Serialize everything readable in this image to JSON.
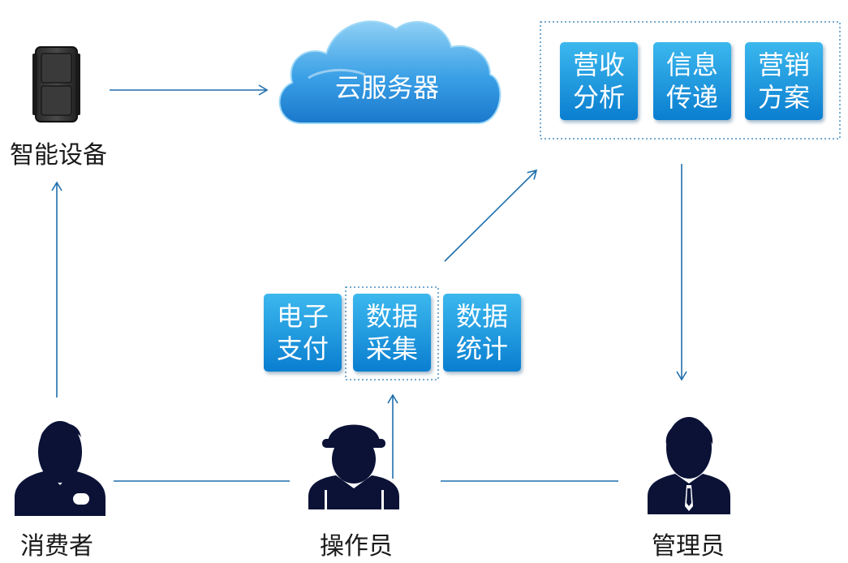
{
  "nodes": {
    "device": {
      "label": "智能设备"
    },
    "cloud": {
      "label": "云服务器"
    },
    "consumer": {
      "label": "消费者"
    },
    "operator": {
      "label": "操作员"
    },
    "admin": {
      "label": "管理员"
    }
  },
  "cloud_services": [
    {
      "line1": "营收",
      "line2": "分析"
    },
    {
      "line1": "信息",
      "line2": "传递"
    },
    {
      "line1": "营销",
      "line2": "方案"
    }
  ],
  "operator_functions": [
    {
      "line1": "电子",
      "line2": "支付"
    },
    {
      "line1": "数据",
      "line2": "采集"
    },
    {
      "line1": "数据",
      "line2": "统计"
    }
  ],
  "colors": {
    "arrow": "#1f6fad",
    "box_top": "#3cb8ee",
    "box_bottom": "#0a7ed0",
    "person": "#0b1236",
    "dotted_border": "#4a8fc2"
  }
}
